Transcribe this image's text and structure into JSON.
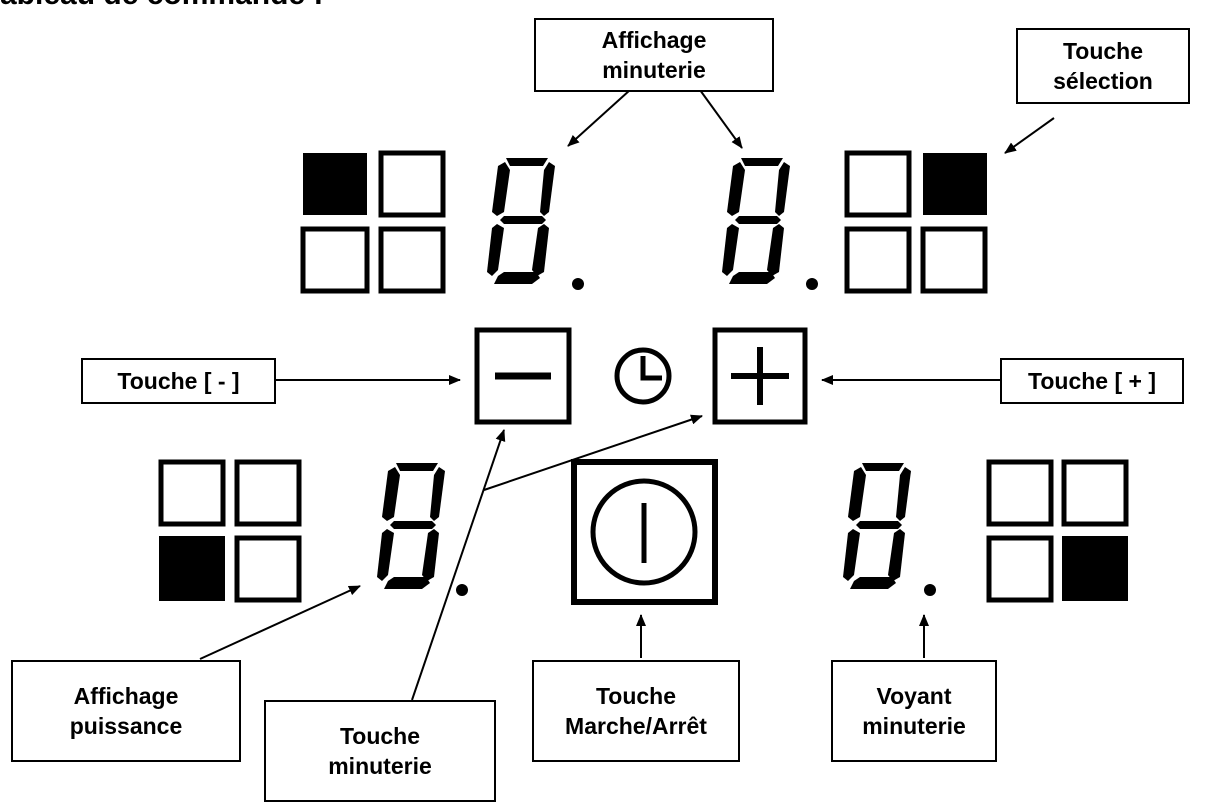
{
  "heading": "ableau de commande :",
  "labels": {
    "timer_display": "Affichage\nminuterie",
    "select_key": "Touche\nsélection",
    "minus_key": "Touche [ - ]",
    "plus_key": "Touche [ + ]",
    "power_display": "Affichage\npuissance",
    "timer_key": "Touche\nminuterie",
    "onoff_key": "Touche\nMarche/Arrêt",
    "timer_light": "Voyant\nminuterie"
  },
  "zones": [
    {
      "id": "top-left",
      "active_square": "top-left"
    },
    {
      "id": "top-right",
      "active_square": "top-right"
    },
    {
      "id": "bottom-left",
      "active_square": "bottom-left"
    },
    {
      "id": "bottom-right",
      "active_square": "bottom-right"
    }
  ],
  "digit_display_value": "8",
  "icons": [
    "minus-icon",
    "clock-icon",
    "plus-icon",
    "power-icon"
  ],
  "colors": {
    "ink": "#000000",
    "background": "#ffffff"
  }
}
